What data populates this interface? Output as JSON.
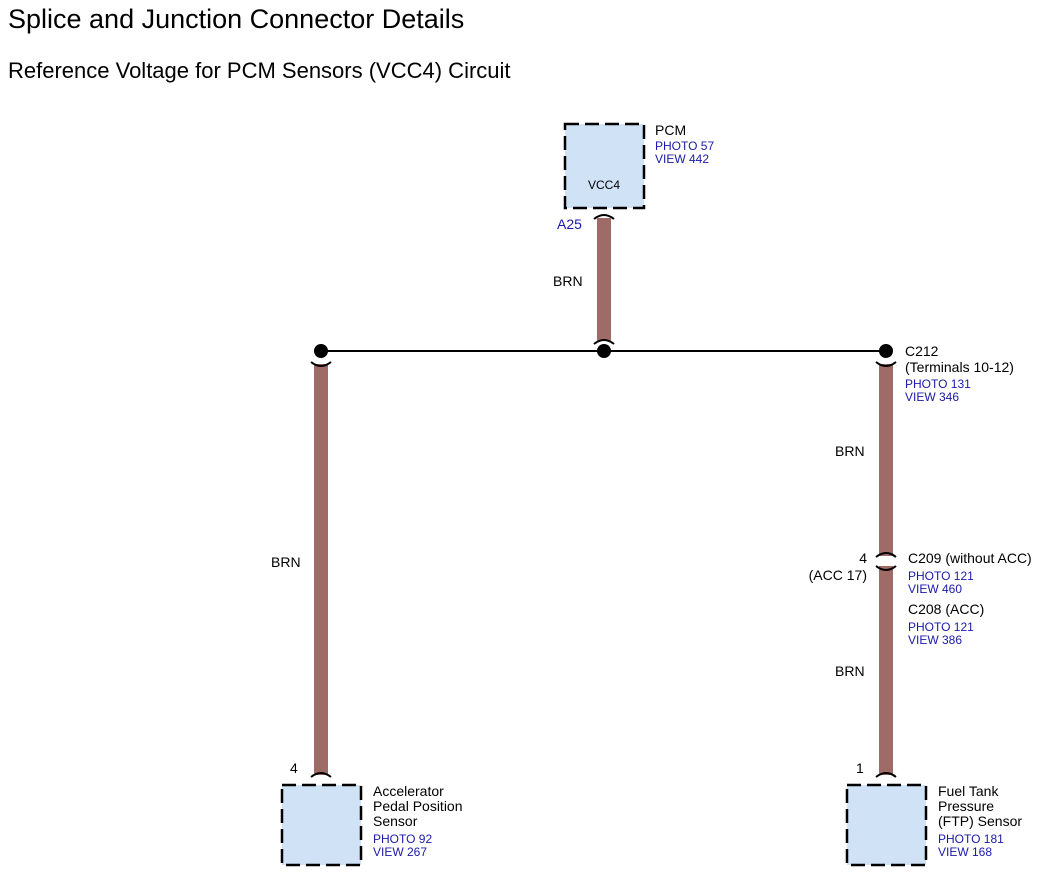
{
  "header": {
    "title": "Splice and Junction Connector Details",
    "subtitle": "Reference Voltage for PCM Sensors (VCC4) Circuit"
  },
  "components": {
    "pcm": {
      "name": "PCM",
      "photo": "PHOTO 57",
      "view": "VIEW 442",
      "inner_label": "VCC4",
      "pin": "A25"
    },
    "app_sensor": {
      "name_lines": [
        "Accelerator",
        "Pedal Position",
        "Sensor"
      ],
      "photo": "PHOTO 92",
      "view": "VIEW 267",
      "pin": "4"
    },
    "ftp_sensor": {
      "name_lines": [
        "Fuel Tank",
        "Pressure",
        "(FTP) Sensor"
      ],
      "photo": "PHOTO 181",
      "view": "VIEW 168",
      "pin": "1"
    }
  },
  "connectors": {
    "c212": {
      "name": "C212",
      "detail": "(Terminals 10-12)",
      "photo": "PHOTO 131",
      "view": "VIEW 346"
    },
    "c209": {
      "name": "C209 (without ACC)",
      "photo": "PHOTO 121",
      "view": "VIEW 460",
      "pin": "4"
    },
    "c208": {
      "name": "C208 (ACC)",
      "photo": "PHOTO 121",
      "view": "VIEW 386",
      "pin": "(ACC 17)"
    }
  },
  "wires": {
    "pcm_wire": "BRN",
    "left_wire": "BRN",
    "right_upper_wire": "BRN",
    "right_lower_wire": "BRN"
  },
  "colors": {
    "wire": "#9e6b67",
    "box_fill": "#cfe2f6",
    "reference_text": "#1a1aa8"
  }
}
